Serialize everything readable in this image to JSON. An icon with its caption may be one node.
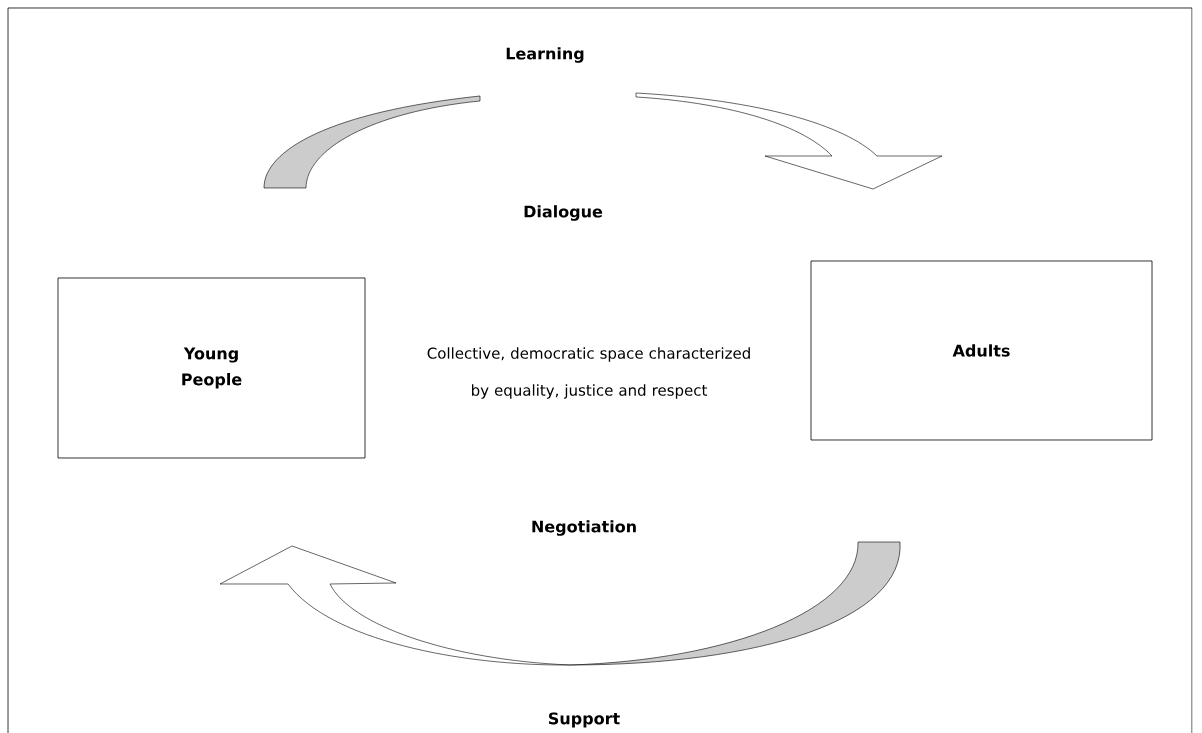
{
  "diagram": {
    "nodes": [
      {
        "text": [
          "Young People"
        ]
      },
      {
        "text": [
          "Adults"
        ]
      }
    ],
    "labels": [
      "Learning",
      "Dialogue",
      "Collective, democratic space characterized by equality, justice and respect",
      "Negotiation",
      "Support"
    ]
  }
}
